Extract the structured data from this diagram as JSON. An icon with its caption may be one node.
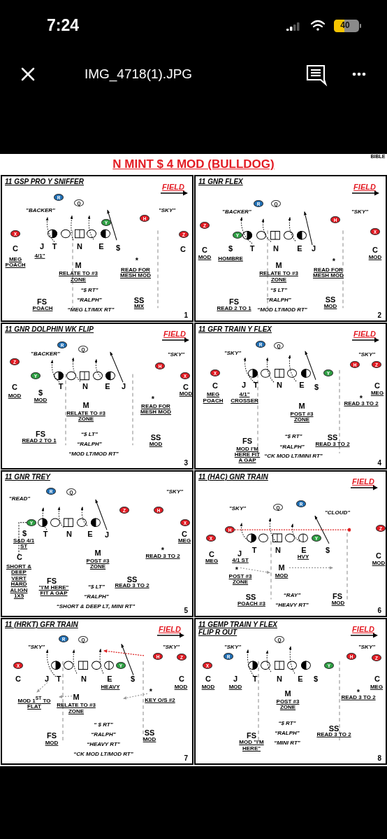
{
  "diagram": {
    "title": "N MINT $ 4 MOD (BULLDOG)",
    "nodes": [
      {
        "text": [
          "11 GSP PRO Y SNIFFER",
          "1"
        ]
      },
      {
        "text": [
          "R"
        ],
        "in": 0
      },
      {
        "text": [
          "Q"
        ],
        "in": 0
      },
      {
        "text": [
          "Y"
        ],
        "in": 0
      },
      {
        "text": [
          "H"
        ],
        "in": 0
      },
      {
        "text": [
          "X"
        ],
        "in": 0
      },
      {
        "text": [
          "Z"
        ],
        "in": 0
      },
      {
        "text": [
          "11 GNR FLEX",
          "2"
        ]
      },
      {
        "text": [
          "R"
        ],
        "in": 7
      },
      {
        "text": [
          "Q"
        ],
        "in": 7
      },
      {
        "text": [
          "H"
        ],
        "in": 7
      },
      {
        "text": [
          "Z"
        ],
        "in": 7
      },
      {
        "text": [
          "X"
        ],
        "in": 7
      },
      {
        "text": [
          "Y"
        ],
        "in": 7
      },
      {
        "text": [
          "11 GNR DOLPHIN WK FLIP",
          "3"
        ]
      },
      {
        "text": [
          "R"
        ],
        "in": 14
      },
      {
        "text": [
          "Q"
        ],
        "in": 14
      },
      {
        "text": [
          "Z"
        ],
        "in": 14
      },
      {
        "text": [
          "H"
        ],
        "in": 14
      },
      {
        "text": [
          "Y"
        ],
        "in": 14
      },
      {
        "text": [
          "X"
        ],
        "in": 14
      },
      {
        "text": [
          "11 GFR TRAIN Y FLEX",
          "4"
        ]
      },
      {
        "text": [
          "R"
        ],
        "in": 21
      },
      {
        "text": [
          "Q"
        ],
        "in": 21
      },
      {
        "text": [
          "H"
        ],
        "in": 21
      },
      {
        "text": [
          "Z"
        ],
        "in": 21
      },
      {
        "text": [
          "X"
        ],
        "in": 21
      },
      {
        "text": [
          "Y"
        ],
        "in": 21
      },
      {
        "text": [
          "11 GNR TREY",
          "5"
        ]
      },
      {
        "text": [
          "R"
        ],
        "in": 28
      },
      {
        "text": [
          "Q"
        ],
        "in": 28
      },
      {
        "text": [
          "Z"
        ],
        "in": 28
      },
      {
        "text": [
          "H"
        ],
        "in": 28
      },
      {
        "text": [
          "Y"
        ],
        "in": 28
      },
      {
        "text": [
          "X"
        ],
        "in": 28
      },
      {
        "text": [
          "11 (HAC) GNR TRAIN",
          "6"
        ]
      },
      {
        "text": [
          "R"
        ],
        "in": 35
      },
      {
        "text": [
          "Q"
        ],
        "in": 35
      },
      {
        "text": [
          "Z"
        ],
        "in": 35
      },
      {
        "text": [
          "H"
        ],
        "in": 35
      },
      {
        "text": [
          "X"
        ],
        "in": 35
      },
      {
        "text": [
          "Y"
        ],
        "in": 35
      },
      {
        "text": [
          "11 (HRKT) GFR TRAIN",
          "7"
        ]
      },
      {
        "text": [
          "R"
        ],
        "in": 42
      },
      {
        "text": [
          "Q"
        ],
        "in": 42
      },
      {
        "text": [
          "H"
        ],
        "in": 42
      },
      {
        "text": [
          "Z"
        ],
        "in": 42
      },
      {
        "text": [
          "X"
        ],
        "in": 42
      },
      {
        "text": [
          "Y"
        ],
        "in": 42
      },
      {
        "text": [
          "11 GEMP TRAIN Y FLEX FLIP R OUT",
          "8"
        ]
      },
      {
        "text": [
          "Q"
        ],
        "in": 49
      },
      {
        "text": [
          "R"
        ],
        "in": 49
      },
      {
        "text": [
          "H"
        ],
        "in": 49
      },
      {
        "text": [
          "Z"
        ],
        "in": 49
      },
      {
        "text": [
          "X"
        ],
        "in": 49
      },
      {
        "text": [
          "Y"
        ],
        "in": 49
      }
    ],
    "labels": [
      "7:24",
      "IMG_4718(1).JPG",
      "40",
      "BIBLE",
      "FIELD",
      "\"BACKER\"",
      "\"SKY\"",
      "C",
      "MEG POACH",
      "J",
      "4/1\"",
      "T",
      "N",
      "E",
      "$",
      "C",
      "M",
      "RELATE TO #3 ZONE",
      "*",
      "READ FOR MESH MOD",
      "“$ RT”",
      "“RALPH”",
      "“MEG LT/MIX RT”",
      "FS",
      "POACH",
      "SS",
      "MIX",
      "FIELD",
      "\"BACKER\"",
      "\"SKY\"",
      "C",
      "MOD",
      "$",
      "HOMBRE",
      "T",
      "N",
      "E",
      "J",
      "C",
      "MOD",
      "M",
      "RELATE TO #3 ZONE",
      "*",
      "READ FOR MESH MOD",
      "“$ LT”",
      "“RALPH”",
      "“MOD LT/MOD RT”",
      "FS",
      "READ 2 TO 1",
      "SS",
      "MOD",
      "FIELD",
      "\"BACKER\"",
      "\"SKY\"",
      "C",
      "MOD",
      "$",
      "MOD",
      "T",
      "N",
      "E",
      "J",
      "C",
      "MOD",
      "M",
      "RELATE TO #3 ZONE",
      "*",
      "READ FOR MESH MOD",
      "“$ LT”",
      "“RALPH”",
      "“MOD LT/MOD RT”",
      "FS",
      "READ 2 TO 1",
      "SS",
      "MOD",
      "FIELD",
      "\"SKY\"",
      "\"SKY\"",
      "C",
      "MEG POACH",
      "J",
      "4/1\" CROSSER",
      "T",
      "N",
      "E",
      "$",
      "C",
      "MEG",
      "M",
      "POST #3 ZONE",
      "*",
      "READ 3 TO 2",
      "“$ RT”",
      "“RALPH”",
      "“CK MOD LT/MINI RT”",
      "FS",
      "MOD I'M HERE FIT A GAP",
      "SS",
      "READ 3 TO 2",
      "\"READ\"",
      "\"SKY\"",
      "$",
      "S&D 4/1 ST",
      "T",
      "N",
      "E",
      "J",
      "C",
      "MEG",
      "C",
      "SHORT & DEEP VERT HARD ALIGN 1X5",
      "M",
      "POST #3 ZONE",
      "*",
      "READ 3 TO 2",
      "FS",
      "\"I'M HERE\" FIT A GAP",
      "SS",
      "READ 3 TO 2",
      "“$ LT”",
      "“RALPH”",
      "“SHORT & DEEP LT, MINI RT”",
      "FIELD",
      "\"SKY\"",
      "\"CLOUD\"",
      "C",
      "MEG",
      "J",
      "4/1 ST",
      "T",
      "N",
      "E",
      "HVY",
      "$",
      "C",
      "MOD",
      "*",
      "POST #3 ZONE",
      "M",
      "MOD",
      "SS",
      "POACH #3",
      "“RAY”",
      "“HEAVY RT”",
      "FS",
      "MOD",
      "FIELD",
      "\"SKY\"",
      "\"SKY\"",
      "C",
      "J",
      "T",
      "N",
      "E",
      "HEAVY",
      "$",
      "C",
      "MOD",
      "MOD 1$^{ST}$ TO FLAT",
      "M",
      "RELATE TO #3 ZONE",
      "*",
      "KEY O/S #2",
      "“ $ RT”",
      "“RALPH”",
      "“HEAVY RT”",
      "“CK MOD LT/MOD RT”",
      "FS",
      "MOD",
      "SS",
      "MOD",
      "FIELD",
      "\"SKY\"",
      "\"SKY\"",
      "C",
      "MOD",
      "J",
      "MOD",
      "T",
      "N",
      "E",
      "$",
      "C",
      "MEG",
      "M",
      "POST #3 ZONE",
      "*",
      "READ 3 TO 2",
      "“$ RT”",
      "“RALPH”",
      "“MINI RT”",
      "FS",
      "MOD \"I'M HERE\"",
      "SS",
      "READ 3 TO 2"
    ]
  }
}
